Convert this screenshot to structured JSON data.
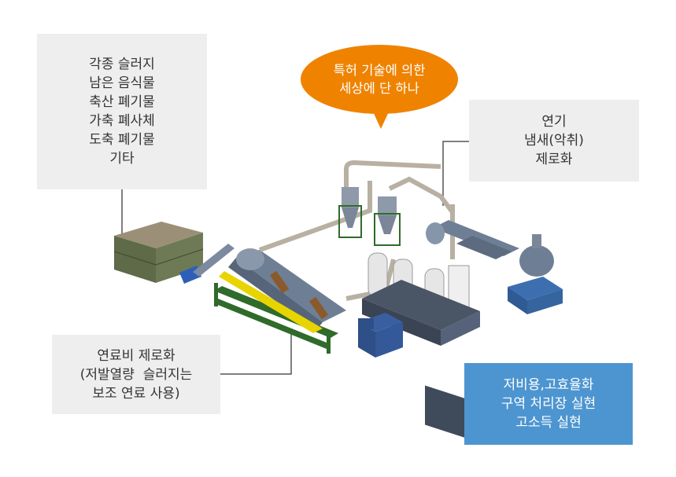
{
  "labels": {
    "waste_inputs": [
      "각종 슬러지",
      "남은 음식물",
      "축산 폐기물",
      "가축 폐사체",
      "도축 폐기물",
      "기타"
    ],
    "exhaust_treatment": [
      "연기",
      "냄새(악취)",
      "제로화"
    ],
    "fuel_cost": [
      "연료비 제로화",
      "(저발열량  슬러지는",
      "보조 연료 사용)"
    ],
    "patent_callout": [
      "특허 기술에 의한",
      "세상에 단 하나"
    ],
    "benefits": [
      "저비용,고효율화",
      "구역 처리장 실현",
      "고소득 실현"
    ]
  },
  "colors": {
    "callout": "#ef8300",
    "benefits_box": "#4d95d0",
    "label_box": "#eeeeee",
    "machine_steel": "#6e7f95",
    "frame_green": "#2f6b2a",
    "accent_yellow": "#e8d400"
  }
}
